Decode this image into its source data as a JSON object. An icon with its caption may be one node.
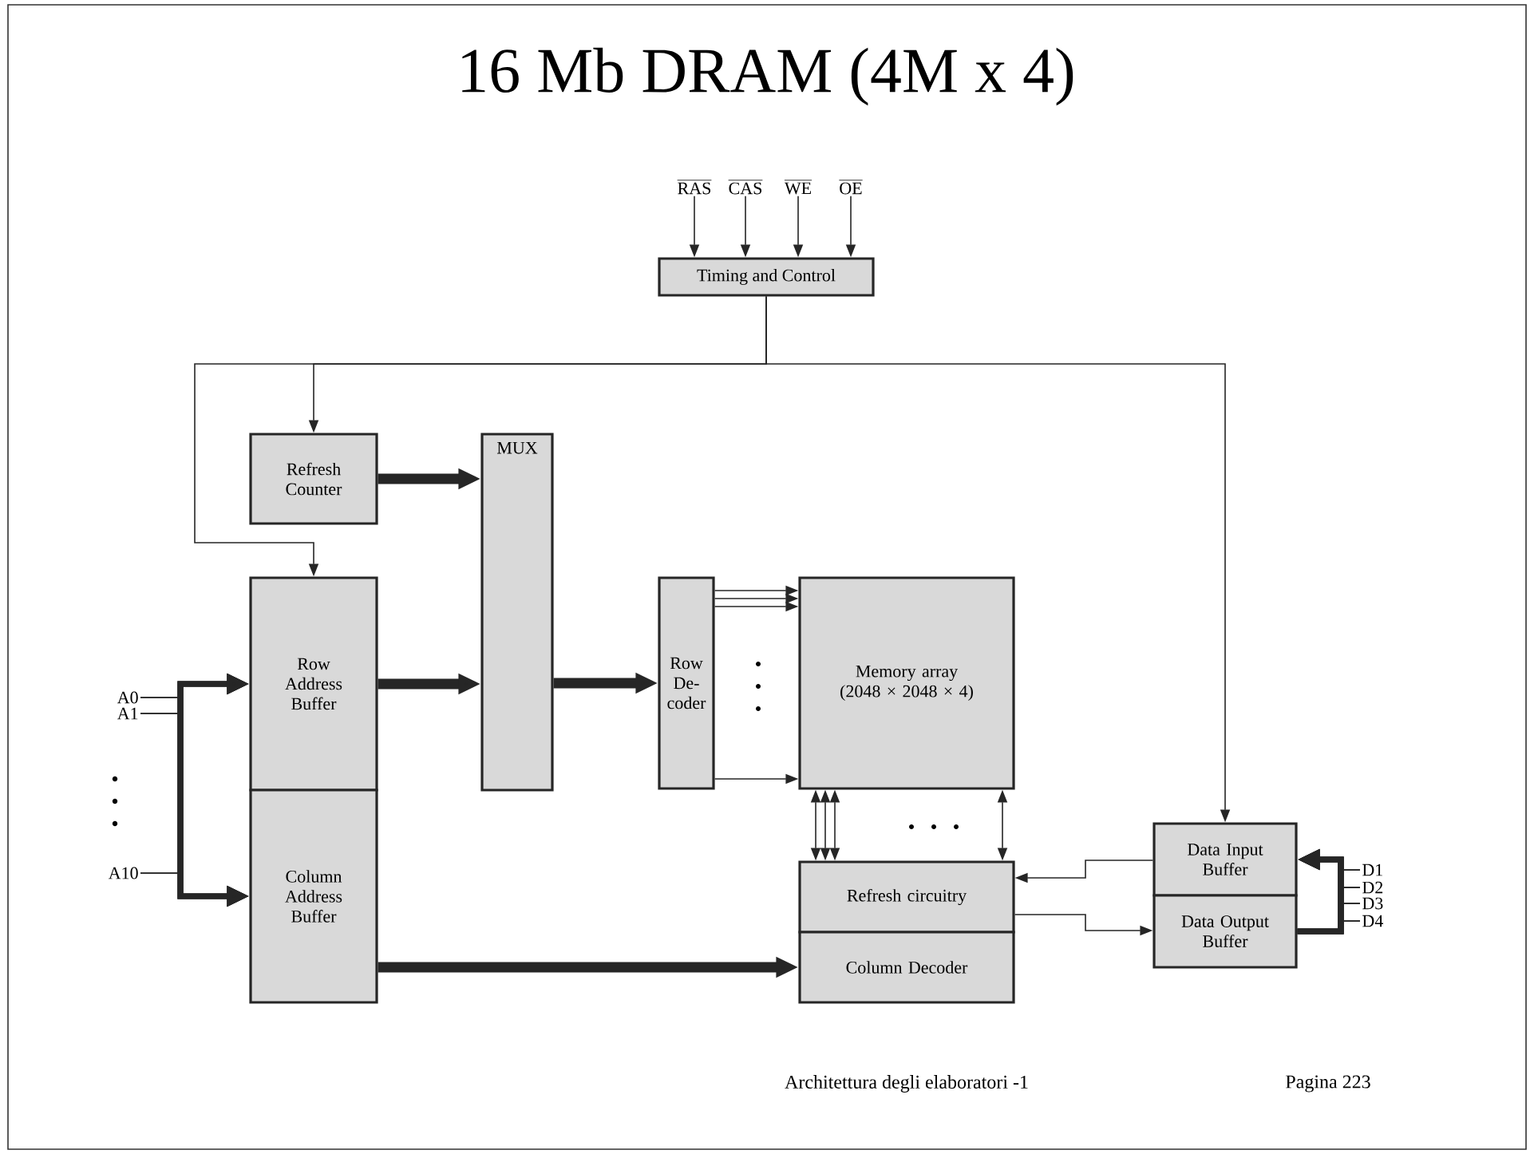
{
  "diagram": {
    "title": "16 Mb DRAM (4M x 4)",
    "nodes": [
      {
        "text": [
          "RAS"
        ]
      },
      {
        "text": [
          "CAS"
        ]
      },
      {
        "text": [
          "WE"
        ]
      },
      {
        "text": [
          "OE"
        ]
      },
      {
        "text": [
          "Timing and Control"
        ]
      },
      {
        "text": [
          "Refresh Counter"
        ]
      },
      {
        "text": [
          "MUX"
        ]
      },
      {
        "text": [
          "Row Address Buffer"
        ]
      },
      {
        "text": [
          "Column Address Buffer"
        ]
      },
      {
        "text": [
          "Row De- coder"
        ]
      },
      {
        "text": [
          "Memory array (2048 × 2048 × 4)"
        ]
      },
      {
        "text": [
          "Refresh circuitry"
        ]
      },
      {
        "text": [
          "Column Decoder"
        ]
      },
      {
        "text": [
          "Data Input Buffer"
        ]
      },
      {
        "text": [
          "Data Output Buffer"
        ]
      },
      {
        "text": [
          "A0"
        ]
      },
      {
        "text": [
          "A1"
        ]
      },
      {
        "text": [
          "A10"
        ]
      },
      {
        "text": [
          "D1"
        ]
      },
      {
        "text": [
          "D2"
        ]
      },
      {
        "text": [
          "D3"
        ]
      },
      {
        "text": [
          "D4"
        ]
      }
    ],
    "edges": [
      {
        "from": 0,
        "to": 4,
        "arrow": "to"
      },
      {
        "from": 1,
        "to": 4,
        "arrow": "to"
      },
      {
        "from": 2,
        "to": 4,
        "arrow": "to"
      },
      {
        "from": 3,
        "to": 4,
        "arrow": "to"
      },
      {
        "from": 4,
        "to": 5,
        "arrow": "to"
      },
      {
        "from": 4,
        "to": 7,
        "arrow": "to"
      },
      {
        "from": 4,
        "to": 13,
        "arrow": "to"
      },
      {
        "from": 5,
        "to": 6,
        "arrow": "to",
        "style": "thick"
      },
      {
        "from": 7,
        "to": 6,
        "arrow": "to",
        "style": "thick"
      },
      {
        "from": 6,
        "to": 9,
        "arrow": "to",
        "style": "thick"
      },
      {
        "from": 9,
        "to": 10,
        "arrow": "to"
      },
      {
        "from": 9,
        "to": 10,
        "arrow": "to"
      },
      {
        "from": 9,
        "to": 10,
        "arrow": "to"
      },
      {
        "from": 9,
        "to": 10,
        "arrow": "to"
      },
      {
        "from": 10,
        "to": 11,
        "arrow": "both"
      },
      {
        "from": 10,
        "to": 11,
        "arrow": "both"
      },
      {
        "from": 10,
        "to": 11,
        "arrow": "both"
      },
      {
        "from": 10,
        "to": 11,
        "arrow": "both"
      },
      {
        "from": 8,
        "to": 12,
        "arrow": "to",
        "style": "thick"
      },
      {
        "from": 13,
        "to": 11,
        "arrow": "to"
      },
      {
        "from": 11,
        "to": 14,
        "arrow": "to"
      },
      {
        "from": 15,
        "to": 7,
        "arrow": "to"
      },
      {
        "from": 16,
        "to": 7,
        "arrow": "to"
      },
      {
        "from": 17,
        "to": 7,
        "arrow": "to"
      },
      {
        "from": 15,
        "to": 8,
        "arrow": "to"
      },
      {
        "from": 16,
        "to": 8,
        "arrow": "to"
      },
      {
        "from": 17,
        "to": 8,
        "arrow": "to"
      },
      {
        "from": 18,
        "to": 13,
        "arrow": "to"
      },
      {
        "from": 19,
        "to": 13,
        "arrow": "to"
      },
      {
        "from": 20,
        "to": 13,
        "arrow": "to"
      },
      {
        "from": 21,
        "to": 13,
        "arrow": "to"
      },
      {
        "from": 14,
        "to": 18,
        "arrow": "none"
      },
      {
        "from": 14,
        "to": 19,
        "arrow": "none"
      },
      {
        "from": 14,
        "to": 20,
        "arrow": "none"
      },
      {
        "from": 14,
        "to": 21,
        "arrow": "none"
      }
    ],
    "labels": [
      "Architettura degli elaboratori -1",
      "Pagina 223"
    ]
  }
}
